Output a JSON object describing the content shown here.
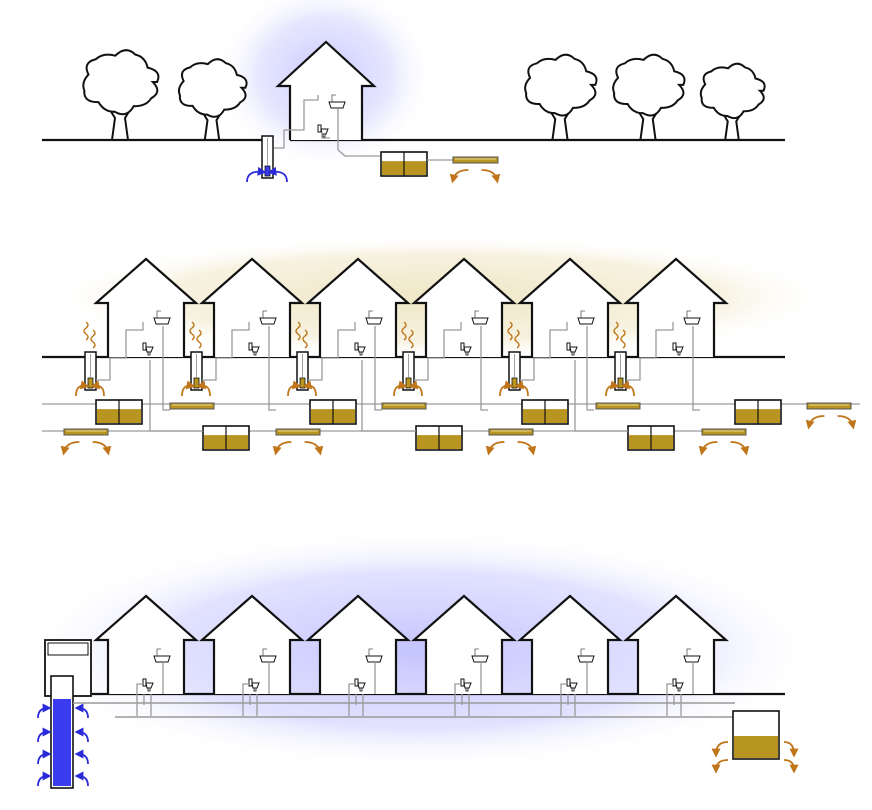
{
  "diagram": {
    "panels": [
      {
        "name": "single-house-scene",
        "houses": 1,
        "trees": 5,
        "well": "private-well",
        "glow": "blue"
      },
      {
        "name": "dense-neighborhood-scene",
        "houses": 6,
        "trees": 0,
        "well": "private-well-per-house",
        "glow": "yellow",
        "contaminated_wells": true
      },
      {
        "name": "municipal-supply-scene",
        "houses": 6,
        "trees": 0,
        "well": "community-water-tower",
        "glow": "blue",
        "shared_sewer_line": true,
        "treatment_tank": 1
      }
    ]
  },
  "colors": {
    "outline": "#111111",
    "clean_water": "#3b3bf0",
    "waste": "#b89420",
    "flow_arrow_clean": "#2a2ad8",
    "flow_arrow_waste": "#c0751a",
    "pipe": "#9a9a9a",
    "glow_clean": "#c9c9ff",
    "glow_polluted": "#f3ecd2"
  }
}
